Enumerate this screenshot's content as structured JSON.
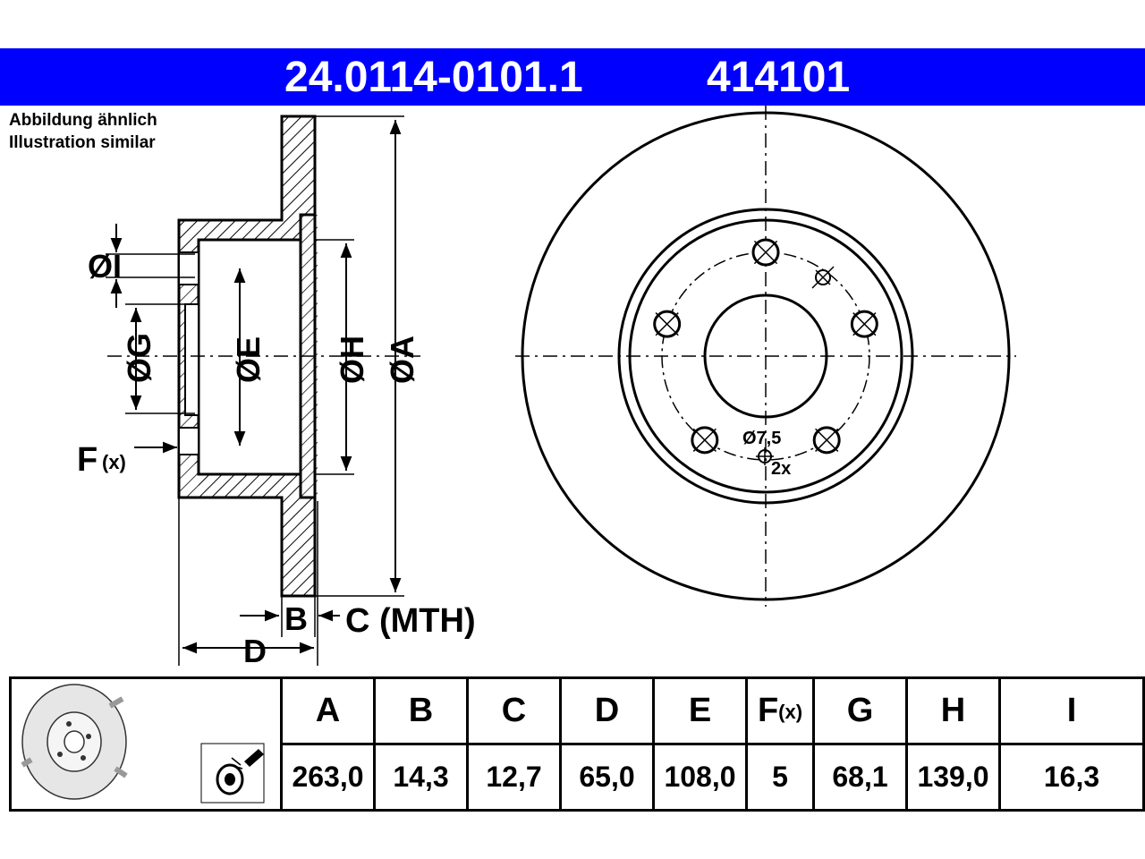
{
  "header": {
    "article_number": "24.0114-0101.1",
    "ref_number": "414101",
    "background_color": "#0000ff",
    "text_color": "#ffffff"
  },
  "note": {
    "line_de": "Abbildung ähnlich",
    "line_en": "Illustration similar"
  },
  "cross_section_labels": {
    "dia_i": "ØI",
    "dia_g": "ØG",
    "dia_e": "ØE",
    "dia_h": "ØH",
    "dia_a": "ØA",
    "f": "F",
    "f_sub": "(x)",
    "b": "B",
    "c": "C (MTH)",
    "d": "D"
  },
  "front_view_labels": {
    "hole_dia": "Ø7,5",
    "hole_count": "2x"
  },
  "spec_table": {
    "headers": [
      "A",
      "B",
      "C",
      "D",
      "E",
      "F",
      "G",
      "H",
      "I"
    ],
    "f_header_sub": "(x)",
    "values": [
      "263,0",
      "14,3",
      "12,7",
      "65,0",
      "108,0",
      "5",
      "68,1",
      "139,0",
      "16,3"
    ]
  }
}
